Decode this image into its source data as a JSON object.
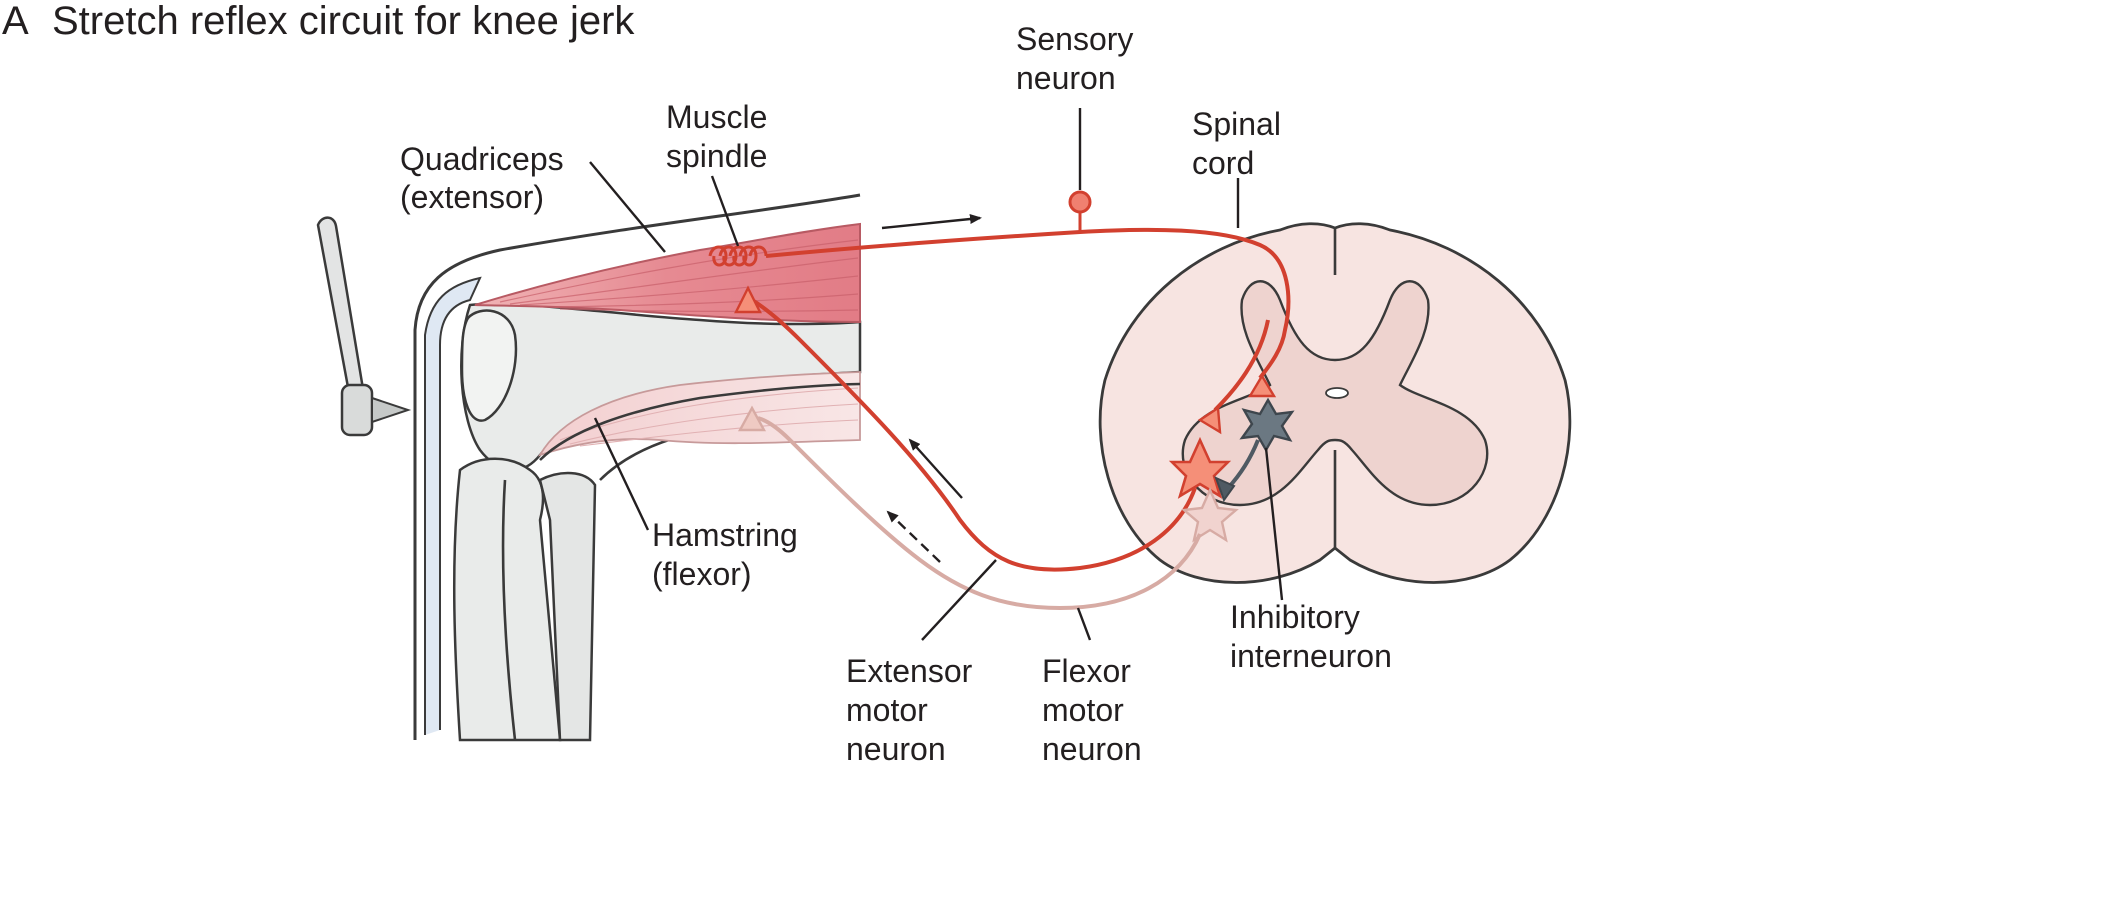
{
  "figure": {
    "panel_letter": "A",
    "title": "Stretch reflex circuit for knee jerk"
  },
  "labels": {
    "quadriceps": [
      "Quadriceps",
      "(extensor)"
    ],
    "muscle_spindle": [
      "Muscle",
      "spindle"
    ],
    "sensory_neuron": [
      "Sensory",
      "neuron"
    ],
    "spinal_cord": [
      "Spinal",
      "cord"
    ],
    "hamstring": [
      "Hamstring",
      "(flexor)"
    ],
    "extensor_motor_neuron": [
      "Extensor",
      "motor",
      "neuron"
    ],
    "flexor_motor_neuron": [
      "Flexor",
      "motor",
      "neuron"
    ],
    "inhibitory_interneuron": [
      "Inhibitory",
      "interneuron"
    ]
  },
  "colors": {
    "excitatory_pathway": "#d2402f",
    "inhibited_pathway": "#d7aba4",
    "inhibitory_interneuron": "#4f5a63",
    "quadriceps_muscle": "#e9939a",
    "hamstring_muscle": "#f5d9d9",
    "spinal_cord_white_matter": "#f7e4e1",
    "spinal_cord_gray_matter": "#eed3cf",
    "bone": "#e9ebea"
  }
}
